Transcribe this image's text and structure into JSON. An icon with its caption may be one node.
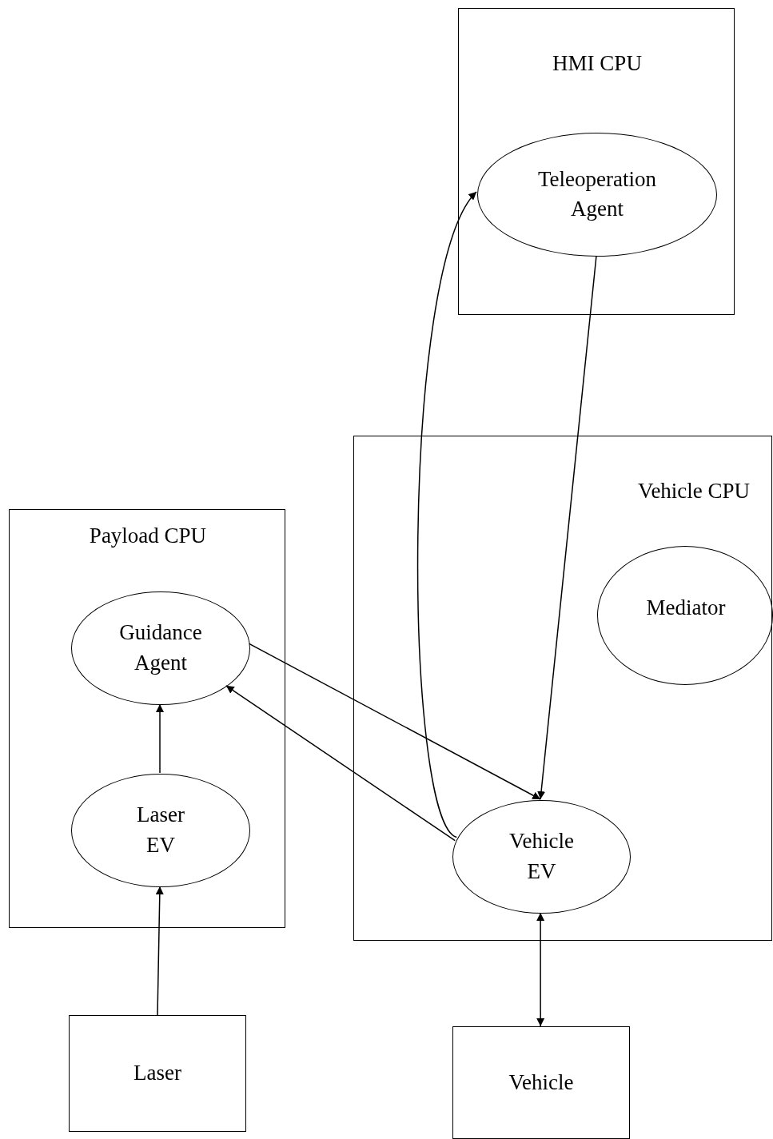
{
  "diagram": {
    "nodes": [
      {
        "text": [
          "HMI CPU"
        ]
      },
      {
        "text": [
          "Teleoperation Agent"
        ],
        "in": 0
      },
      {
        "text": [
          "Vehicle CPU"
        ]
      },
      {
        "text": [
          "Mediator"
        ],
        "in": 2
      },
      {
        "text": [
          "Vehicle EV"
        ],
        "in": 2
      },
      {
        "text": [
          "Payload CPU"
        ]
      },
      {
        "text": [
          "Guidance Agent"
        ],
        "in": 5
      },
      {
        "text": [
          "Laser EV"
        ],
        "in": 5
      },
      {
        "text": [
          "Laser"
        ]
      },
      {
        "text": [
          "Vehicle"
        ]
      }
    ],
    "edges": [
      {
        "from": 4,
        "to": 1,
        "arrow": "to"
      },
      {
        "from": 1,
        "to": 4,
        "arrow": "to"
      },
      {
        "from": 6,
        "to": 4,
        "arrow": "to"
      },
      {
        "from": 4,
        "to": 6,
        "arrow": "to"
      },
      {
        "from": 7,
        "to": 6,
        "arrow": "to"
      },
      {
        "from": 8,
        "to": 7,
        "arrow": "to"
      },
      {
        "from": 4,
        "to": 9,
        "arrow": "both"
      }
    ]
  }
}
